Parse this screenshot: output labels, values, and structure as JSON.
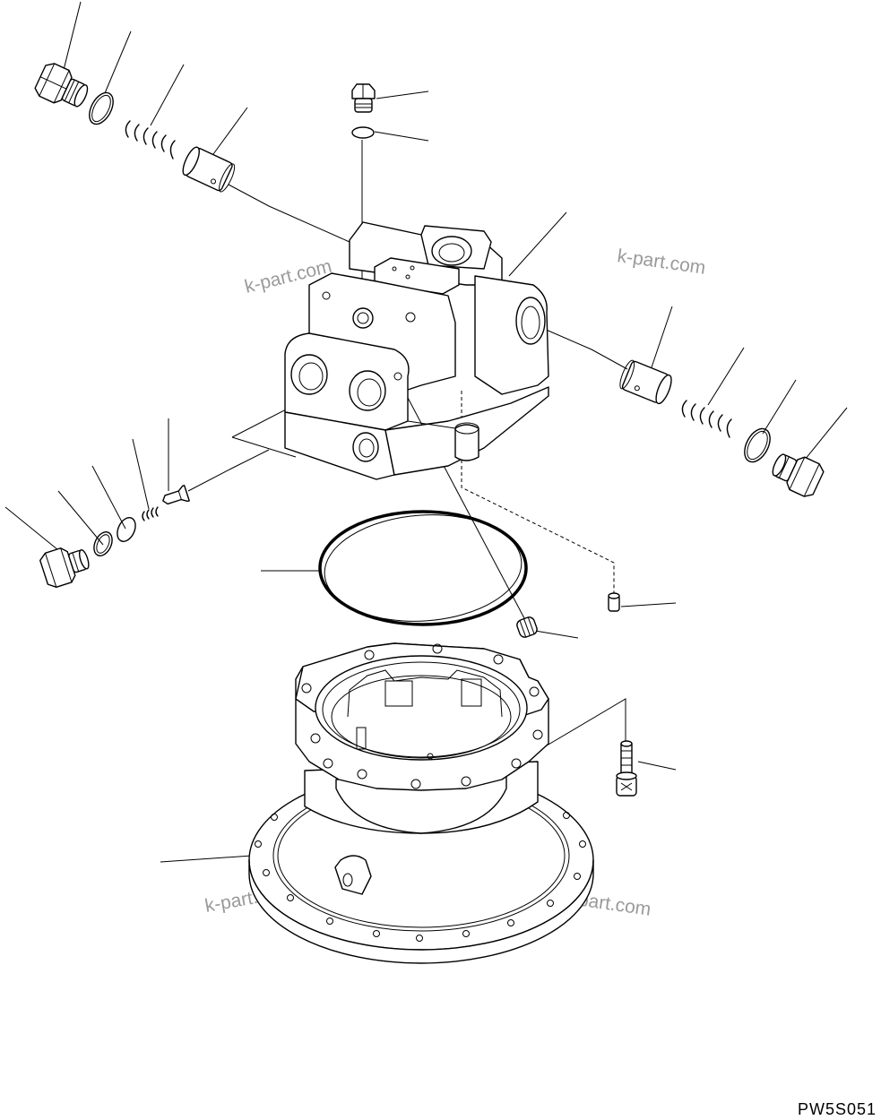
{
  "figure_code": "PW5S051",
  "watermarks": [
    "k-part.com",
    "k-part.com",
    "k-part.com",
    "k-part.com"
  ],
  "parts": [
    "plug-left-top",
    "o-ring-left-top",
    "spring-left-top",
    "valve-left-top",
    "plug-top",
    "o-ring-top",
    "valve-body",
    "valve-right",
    "spring-right",
    "o-ring-right",
    "plug-right",
    "poppet",
    "spring-small",
    "backup-ring",
    "o-ring-small",
    "plug-left-bottom",
    "o-ring-large",
    "dowel-pin",
    "plug-small",
    "housing",
    "bolt"
  ]
}
